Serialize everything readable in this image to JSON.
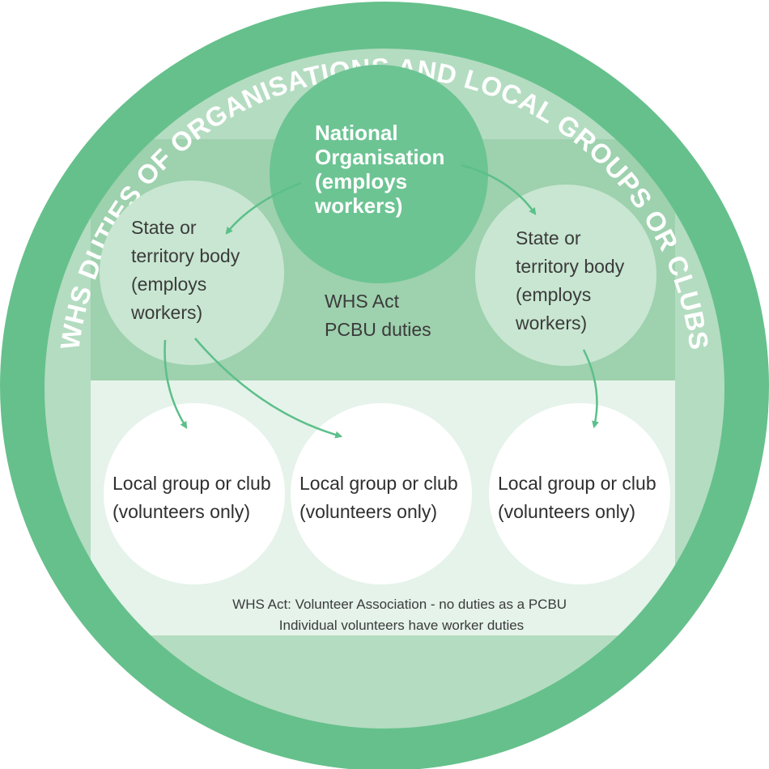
{
  "ring_title": "WHS DUTIES OF ORGANISATIONS AND LOCAL GROUPS OR CLUBS",
  "national": {
    "lines": [
      "National",
      "Organisation",
      "(employs",
      "workers)"
    ]
  },
  "state_left": {
    "lines": [
      "State or",
      "territory body",
      "(employs",
      "workers)"
    ]
  },
  "state_right": {
    "lines": [
      "State or",
      "territory body",
      "(employs",
      "workers)"
    ]
  },
  "pcbu_zone": {
    "lines": [
      "WHS Act",
      "PCBU duties"
    ]
  },
  "local_groups": [
    {
      "lines": [
        "Local group or club",
        "(volunteers only)"
      ]
    },
    {
      "lines": [
        "Local group or club",
        "(volunteers only)"
      ]
    },
    {
      "lines": [
        "Local group or club",
        "(volunteers only)"
      ]
    }
  ],
  "volunteer_zone": {
    "lines": [
      "WHS Act: Volunteer Association - no duties as a PCBU",
      "Individual volunteers have worker duties"
    ]
  },
  "colors": {
    "ring": "#66c08c",
    "inner_circle": "#b4dcc1",
    "pcbu_band": "#9ed1ae",
    "national_circle": "#6cc493",
    "state_circle": "#c8e6d1",
    "volunteer_band": "#e5f3ea",
    "local_circle": "#ffffff",
    "arrow": "#5cbf8a"
  }
}
